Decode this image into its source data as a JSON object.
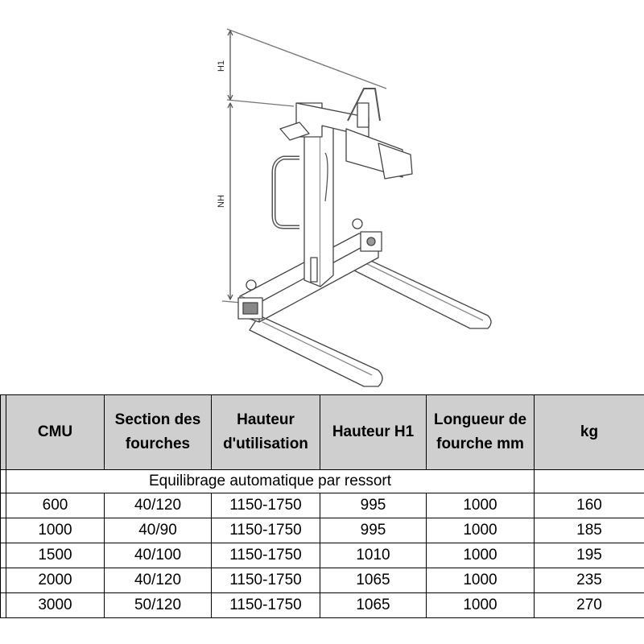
{
  "drawing": {
    "dim_h1_label": "H1",
    "dim_nh_label": "NH"
  },
  "table": {
    "headers": [
      "CMU",
      "Section des fourches",
      "Hauteur d'utilisation",
      "Hauteur H1",
      "Longueur de fourche mm",
      "kg"
    ],
    "caption": "Equilibrage automatique par ressort",
    "rows": [
      [
        "600",
        "40/120",
        "1150-1750",
        "995",
        "1000",
        "160"
      ],
      [
        "1000",
        "40/90",
        "1150-1750",
        "995",
        "1000",
        "185"
      ],
      [
        "1500",
        "40/100",
        "1150-1750",
        "1010",
        "1000",
        "195"
      ],
      [
        "2000",
        "40/120",
        "1150-1750",
        "1065",
        "1000",
        "235"
      ],
      [
        "3000",
        "50/120",
        "1150-1750",
        "1065",
        "1000",
        "270"
      ]
    ]
  }
}
